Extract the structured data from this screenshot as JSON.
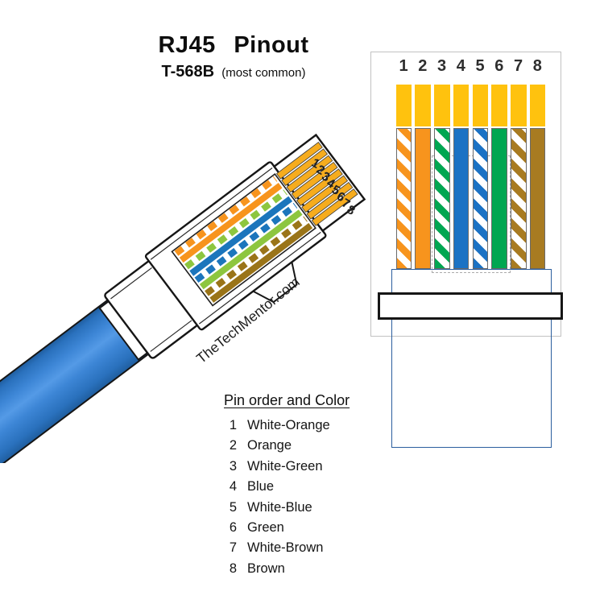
{
  "header": {
    "title": "RJ45  Pinout",
    "standard": "T-568B",
    "standard_note": "(most common)"
  },
  "watermark": "TheTechMentor.com",
  "pin_numbers": [
    "1",
    "2",
    "3",
    "4",
    "5",
    "6",
    "7",
    "8"
  ],
  "legend": {
    "heading": "Pin order and Color",
    "items": [
      {
        "pin": "1",
        "color_name": "White-Orange"
      },
      {
        "pin": "2",
        "color_name": "Orange"
      },
      {
        "pin": "3",
        "color_name": "White-Green"
      },
      {
        "pin": "4",
        "color_name": "Blue"
      },
      {
        "pin": "5",
        "color_name": "White-Blue"
      },
      {
        "pin": "6",
        "color_name": "Green"
      },
      {
        "pin": "7",
        "color_name": "White-Brown"
      },
      {
        "pin": "8",
        "color_name": "Brown"
      }
    ]
  },
  "wiring": {
    "standard": "T-568B",
    "pins": [
      {
        "pin": 1,
        "wire": "White-Orange",
        "style": "striped",
        "hex": "#F7941D",
        "art_hex": "#F7941D"
      },
      {
        "pin": 2,
        "wire": "Orange",
        "style": "solid",
        "hex": "#F7941D",
        "art_hex": "#F7941D"
      },
      {
        "pin": 3,
        "wire": "White-Green",
        "style": "striped",
        "hex": "#00A651",
        "art_hex": "#8DC63F"
      },
      {
        "pin": 4,
        "wire": "Blue",
        "style": "solid",
        "hex": "#1B72C4",
        "art_hex": "#1B75BC"
      },
      {
        "pin": 5,
        "wire": "White-Blue",
        "style": "striped",
        "hex": "#1B72C4",
        "art_hex": "#1B75BC"
      },
      {
        "pin": 6,
        "wire": "Green",
        "style": "solid",
        "hex": "#00A651",
        "art_hex": "#8DC63F"
      },
      {
        "pin": 7,
        "wire": "White-Brown",
        "style": "striped",
        "hex": "#A87B21",
        "art_hex": "#9A7418"
      },
      {
        "pin": 8,
        "wire": "Brown",
        "style": "solid",
        "hex": "#A87B21",
        "art_hex": "#9A7418"
      }
    ]
  },
  "colors": {
    "contact_gold": "#FFC20E",
    "contact_gold_art": "#F6AC1E",
    "cable_blue": "#3E82D4",
    "cable_blue_art": "#2E79C7",
    "outline_black": "#161616"
  }
}
